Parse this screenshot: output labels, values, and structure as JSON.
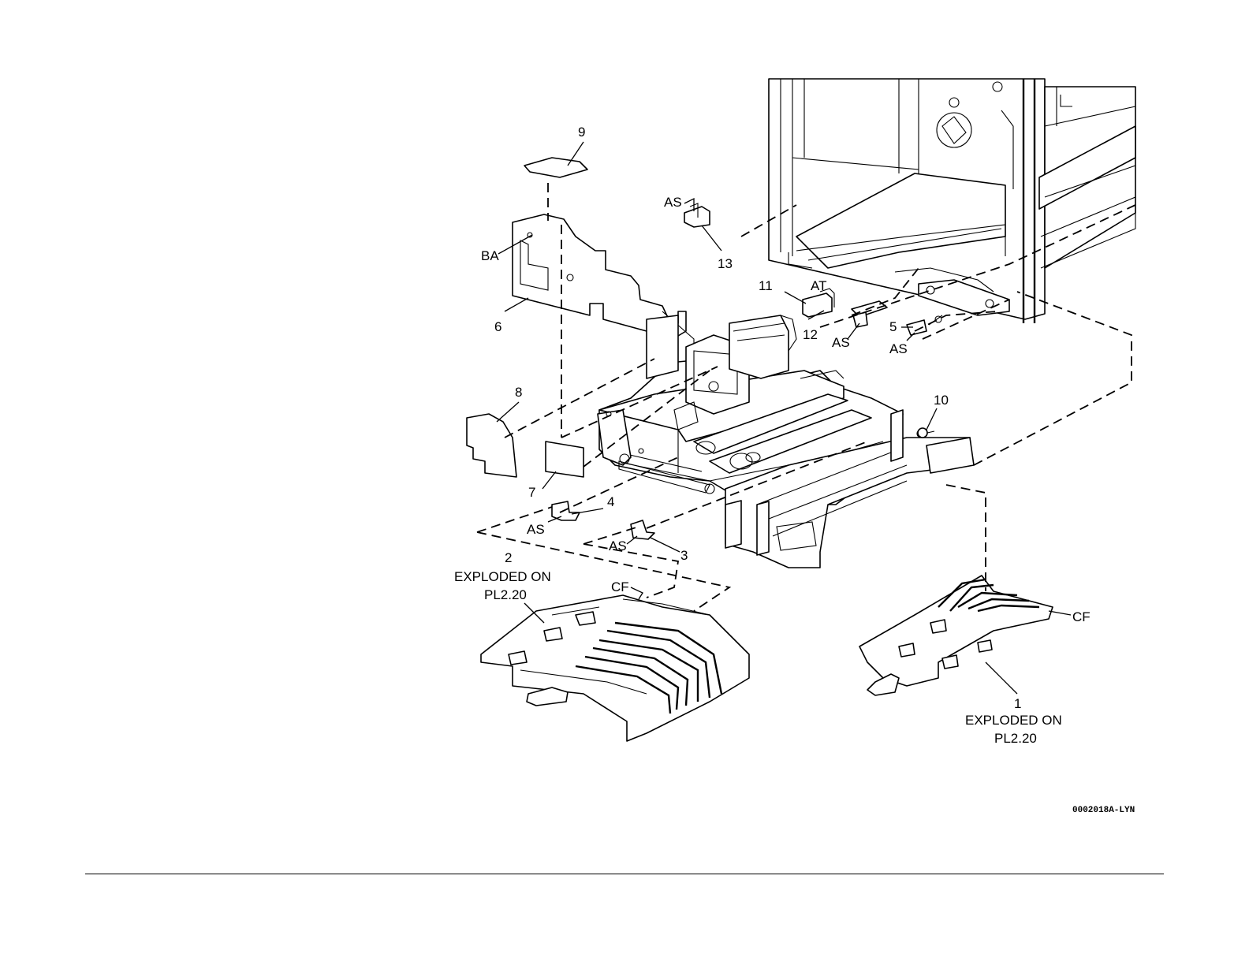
{
  "callouts": {
    "c1": "1",
    "c2": "2",
    "c3": "3",
    "c4": "4",
    "c5": "5",
    "c6": "6",
    "c7": "7",
    "c8": "8",
    "c9": "9",
    "c10": "10",
    "c11": "11",
    "c12": "12",
    "c13": "13"
  },
  "tags": {
    "ba": "BA",
    "at": "AT",
    "as": "AS",
    "cf": "CF"
  },
  "notes": {
    "exploded_line1": "EXPLODED ON",
    "exploded_line2": "PL2.20"
  },
  "figure_code": "0002018A-LYN"
}
